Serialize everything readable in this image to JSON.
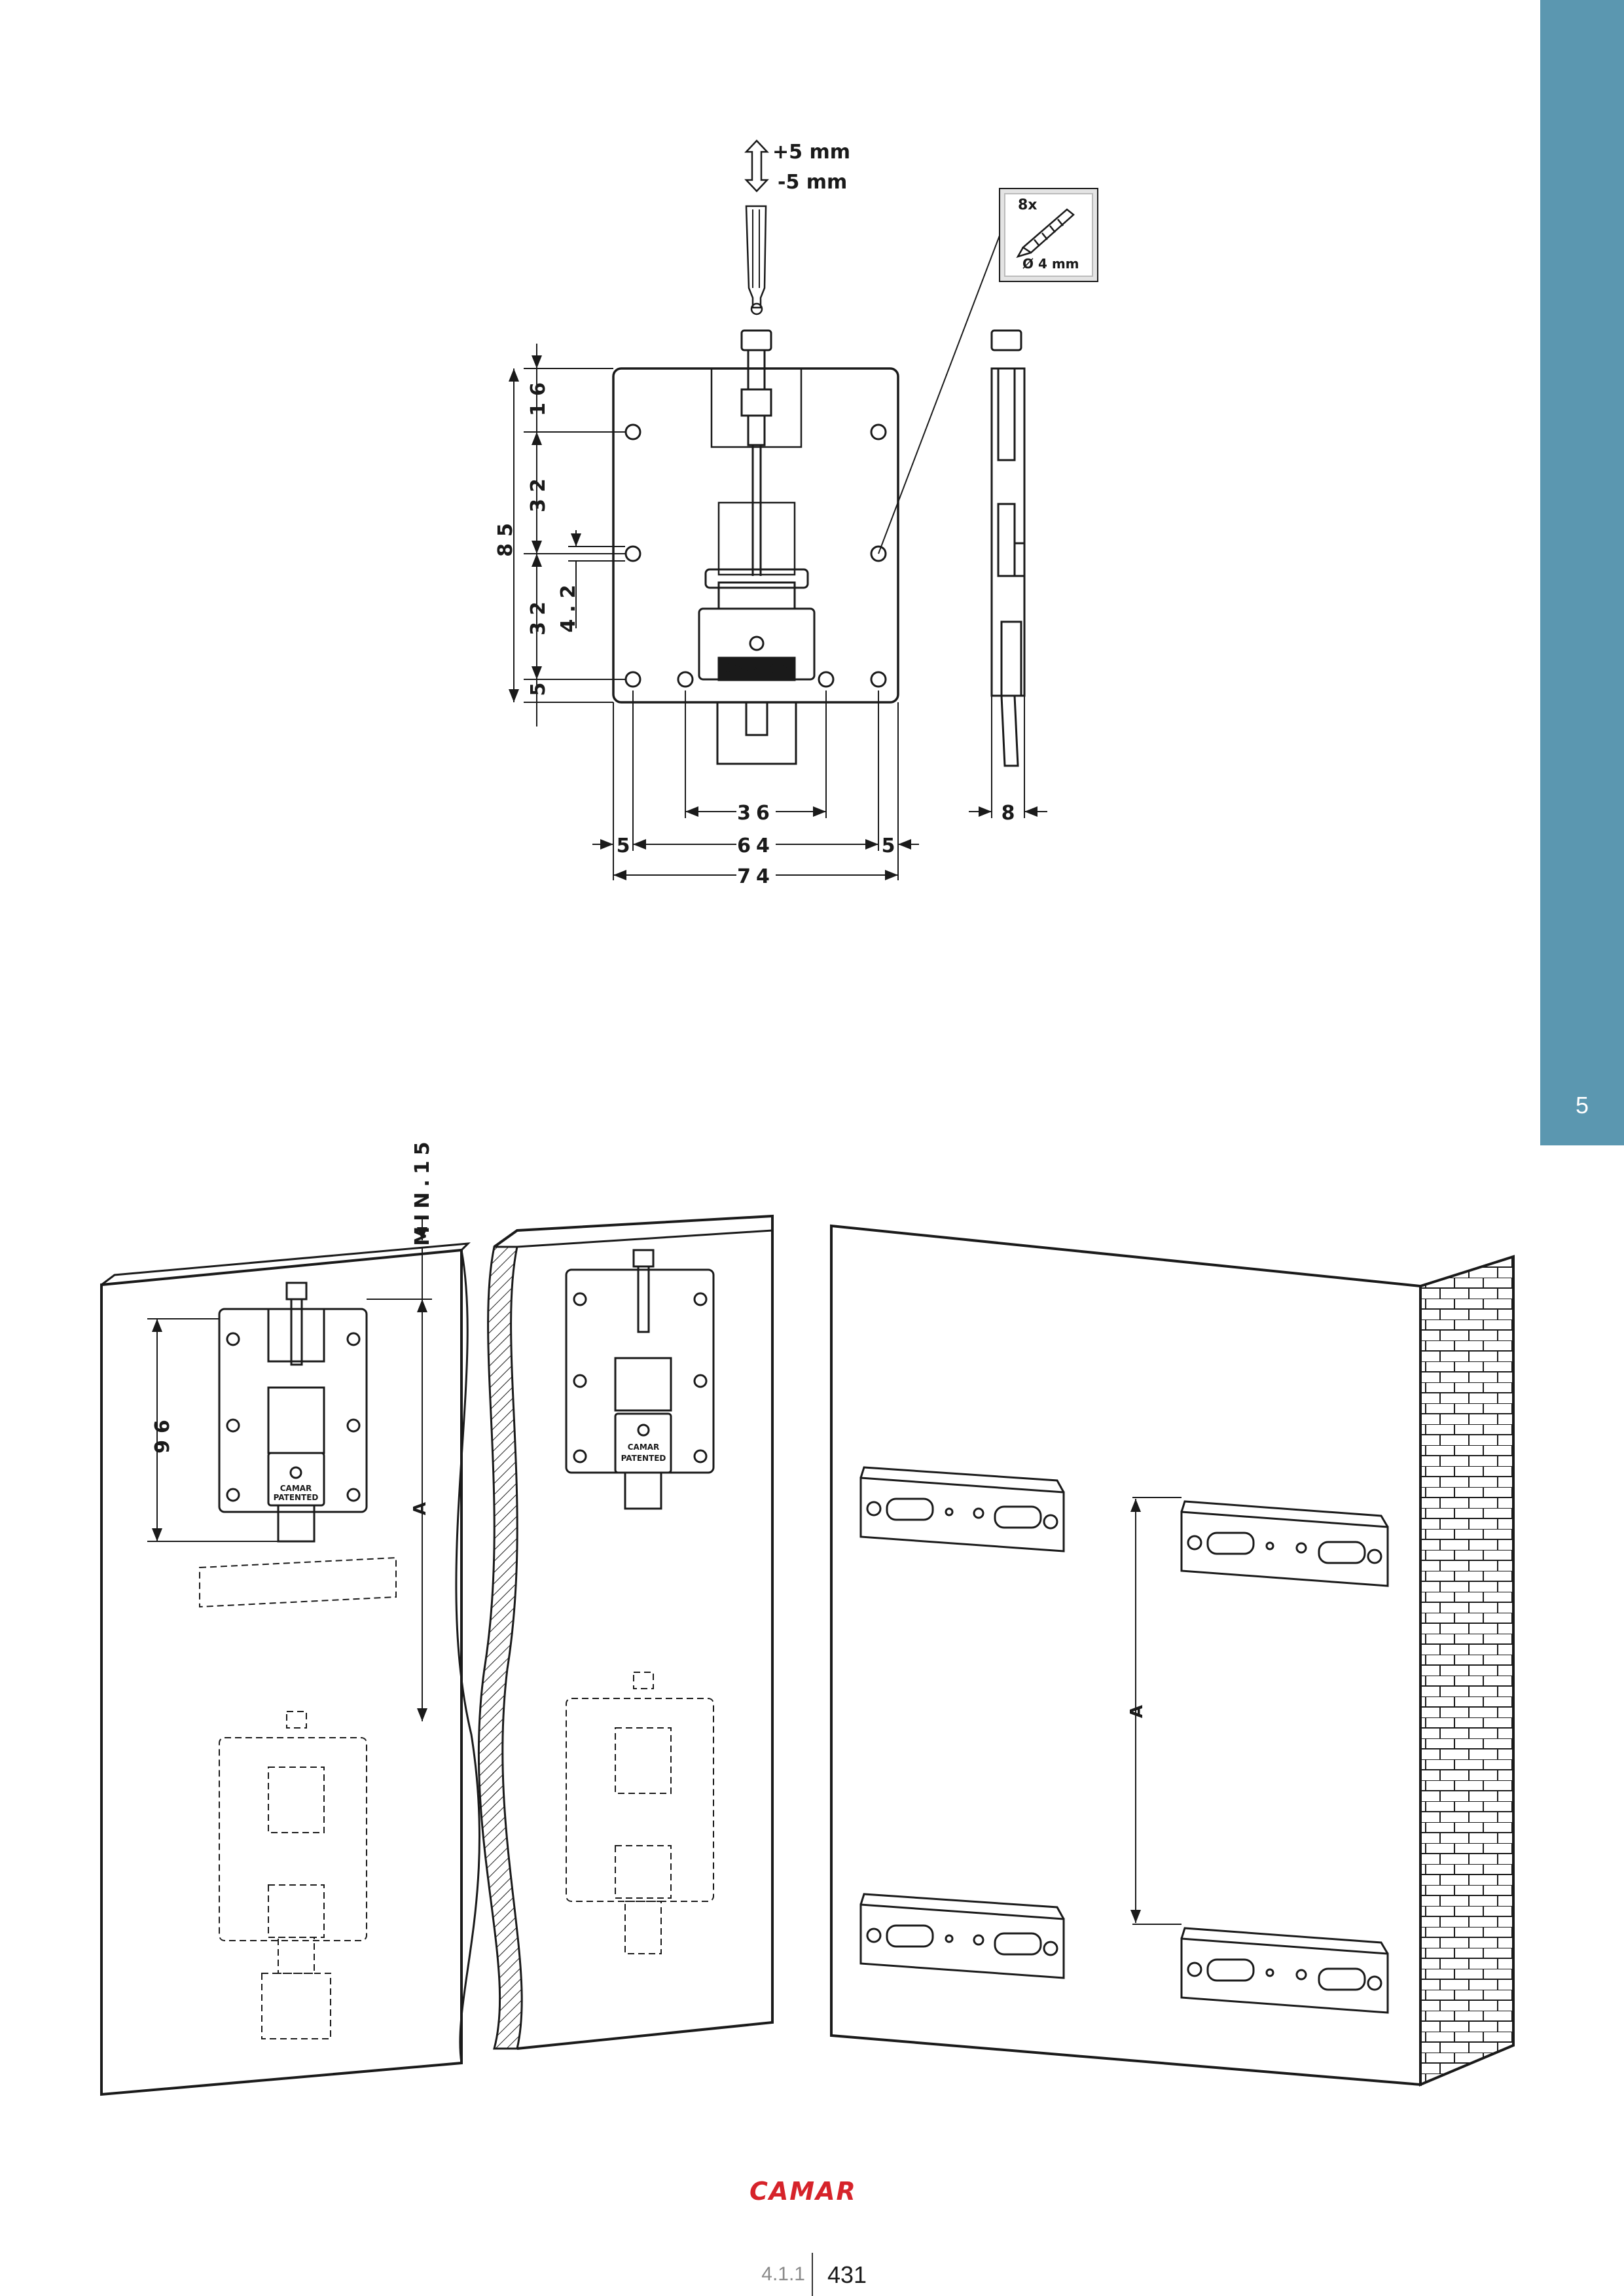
{
  "side_tab": {
    "chapter_number": "5",
    "color": "#5b97b0"
  },
  "technical_drawing": {
    "adjustment_plus": "+5 mm",
    "adjustment_minus": "-5 mm",
    "screw_callout": {
      "quantity": "8x",
      "diameter": "Ø 4 mm"
    },
    "brand_mark": "CAMAR",
    "dim_height_total": "85",
    "dim_top": "16",
    "dim_upper_gap": "32",
    "dim_lower_gap": "32",
    "dim_bottom": "5",
    "dim_hole_offset": "4.2",
    "dim_inner_width": "36",
    "dim_hole_span": "64",
    "dim_left_margin": "5",
    "dim_right_margin": "5",
    "dim_total_width": "74",
    "dim_depth": "8"
  },
  "installation_drawing": {
    "min_label": "MIN.15",
    "dim_96": "96",
    "dim_a_left": "A",
    "dim_a_right": "A",
    "patent_top": "CAMAR",
    "patent_bottom": "PATENTED"
  },
  "footer": {
    "logo_text": "CAMAR",
    "logo_color": "#d6232a",
    "section": "4.1.1",
    "page_number": "431"
  }
}
